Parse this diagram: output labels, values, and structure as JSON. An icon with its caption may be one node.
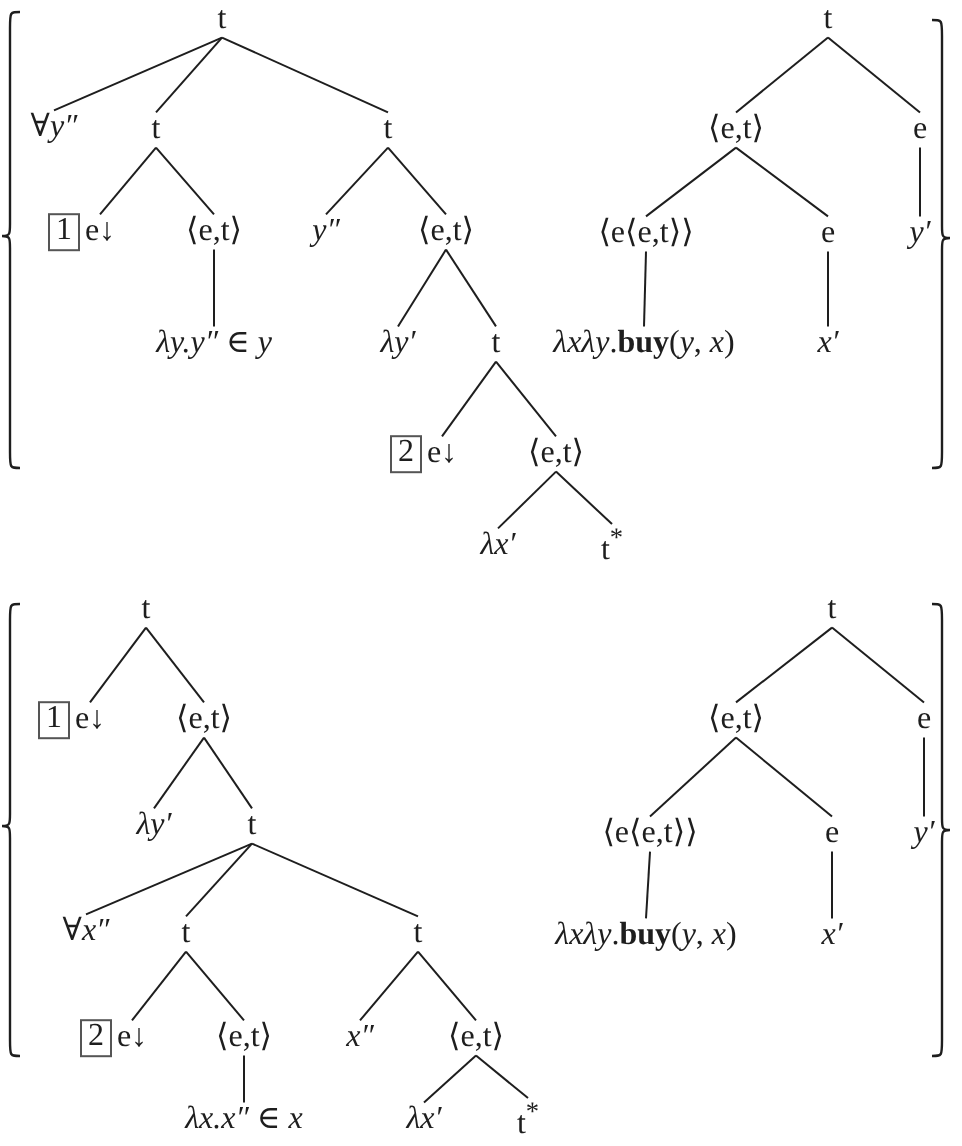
{
  "diagram": {
    "nodes": [
      {
        "text": [
          "t"
        ]
      },
      {
        "text": [
          "∀*y″*"
        ]
      },
      {
        "text": [
          "t"
        ]
      },
      {
        "text": [
          "t"
        ]
      },
      {
        "text": [
          "1"
        ]
      },
      {
        "text": [
          "e↓"
        ]
      },
      {
        "text": [
          "⟨e,t⟩"
        ]
      },
      {
        "text": [
          "y″"
        ]
      },
      {
        "text": [
          "⟨e,t⟩"
        ]
      },
      {
        "text": [
          "λy.y″ ∈ y"
        ]
      },
      {
        "text": [
          "λy′"
        ]
      },
      {
        "text": [
          "t"
        ]
      },
      {
        "text": [
          "2"
        ]
      },
      {
        "text": [
          "e↓"
        ]
      },
      {
        "text": [
          "⟨e,t⟩"
        ]
      },
      {
        "text": [
          "λx′"
        ]
      },
      {
        "text": [
          "t$^{*}$"
        ]
      },
      {
        "text": [
          "t"
        ]
      },
      {
        "text": [
          "⟨e,t⟩"
        ]
      },
      {
        "text": [
          "e"
        ]
      },
      {
        "text": [
          "⟨e⟨e,t⟩⟩"
        ]
      },
      {
        "text": [
          "e"
        ]
      },
      {
        "text": [
          "y′"
        ]
      },
      {
        "text": [
          "*λxλy*.**buy**(*y*, *x*)"
        ]
      },
      {
        "text": [
          "x′"
        ]
      },
      {
        "text": [
          "t"
        ]
      },
      {
        "text": [
          "1"
        ]
      },
      {
        "text": [
          "e↓"
        ]
      },
      {
        "text": [
          "⟨e,t⟩"
        ]
      },
      {
        "text": [
          "λy′"
        ]
      },
      {
        "text": [
          "t"
        ]
      },
      {
        "text": [
          "∀*x″*"
        ]
      },
      {
        "text": [
          "t"
        ]
      },
      {
        "text": [
          "t"
        ]
      },
      {
        "text": [
          "2"
        ]
      },
      {
        "text": [
          "e↓"
        ]
      },
      {
        "text": [
          "⟨e,t⟩"
        ]
      },
      {
        "text": [
          "x″"
        ]
      },
      {
        "text": [
          "⟨e,t⟩"
        ]
      },
      {
        "text": [
          "λx.x″ ∈ x"
        ]
      },
      {
        "text": [
          "λx′"
        ]
      },
      {
        "text": [
          "t$^{*}$"
        ]
      },
      {
        "text": [
          "t"
        ]
      },
      {
        "text": [
          "⟨e,t⟩"
        ]
      },
      {
        "text": [
          "e"
        ]
      },
      {
        "text": [
          "⟨e⟨e,t⟩⟩"
        ]
      },
      {
        "text": [
          "e"
        ]
      },
      {
        "text": [
          "y′"
        ]
      },
      {
        "text": [
          "*λxλy*.**buy**(*y*, *x*)"
        ]
      },
      {
        "text": [
          "x′"
        ]
      }
    ],
    "edges": [
      {
        "from": 0,
        "to": 1,
        "arrow": "none"
      },
      {
        "from": 0,
        "to": 2,
        "arrow": "none"
      },
      {
        "from": 0,
        "to": 3,
        "arrow": "none"
      },
      {
        "from": 2,
        "to": 5,
        "arrow": "none"
      },
      {
        "from": 2,
        "to": 6,
        "arrow": "none"
      },
      {
        "from": 6,
        "to": 9,
        "arrow": "none"
      },
      {
        "from": 3,
        "to": 7,
        "arrow": "none"
      },
      {
        "from": 3,
        "to": 8,
        "arrow": "none"
      },
      {
        "from": 8,
        "to": 10,
        "arrow": "none"
      },
      {
        "from": 8,
        "to": 11,
        "arrow": "none"
      },
      {
        "from": 11,
        "to": 13,
        "arrow": "none"
      },
      {
        "from": 11,
        "to": 14,
        "arrow": "none"
      },
      {
        "from": 14,
        "to": 15,
        "arrow": "none"
      },
      {
        "from": 14,
        "to": 16,
        "arrow": "none"
      },
      {
        "from": 17,
        "to": 18,
        "arrow": "none"
      },
      {
        "from": 17,
        "to": 19,
        "arrow": "none"
      },
      {
        "from": 18,
        "to": 20,
        "arrow": "none"
      },
      {
        "from": 18,
        "to": 21,
        "arrow": "none"
      },
      {
        "from": 19,
        "to": 22,
        "arrow": "none"
      },
      {
        "from": 20,
        "to": 23,
        "arrow": "none"
      },
      {
        "from": 21,
        "to": 24,
        "arrow": "none"
      },
      {
        "from": 25,
        "to": 27,
        "arrow": "none"
      },
      {
        "from": 25,
        "to": 28,
        "arrow": "none"
      },
      {
        "from": 28,
        "to": 29,
        "arrow": "none"
      },
      {
        "from": 28,
        "to": 30,
        "arrow": "none"
      },
      {
        "from": 30,
        "to": 31,
        "arrow": "none"
      },
      {
        "from": 30,
        "to": 32,
        "arrow": "none"
      },
      {
        "from": 30,
        "to": 33,
        "arrow": "none"
      },
      {
        "from": 32,
        "to": 35,
        "arrow": "none"
      },
      {
        "from": 32,
        "to": 36,
        "arrow": "none"
      },
      {
        "from": 36,
        "to": 39,
        "arrow": "none"
      },
      {
        "from": 33,
        "to": 37,
        "arrow": "none"
      },
      {
        "from": 33,
        "to": 38,
        "arrow": "none"
      },
      {
        "from": 38,
        "to": 40,
        "arrow": "none"
      },
      {
        "from": 38,
        "to": 41,
        "arrow": "none"
      },
      {
        "from": 42,
        "to": 43,
        "arrow": "none"
      },
      {
        "from": 42,
        "to": 44,
        "arrow": "none"
      },
      {
        "from": 43,
        "to": 45,
        "arrow": "none"
      },
      {
        "from": 43,
        "to": 46,
        "arrow": "none"
      },
      {
        "from": 44,
        "to": 47,
        "arrow": "none"
      },
      {
        "from": 45,
        "to": 48,
        "arrow": "none"
      },
      {
        "from": 46,
        "to": 49,
        "arrow": "none"
      }
    ]
  }
}
